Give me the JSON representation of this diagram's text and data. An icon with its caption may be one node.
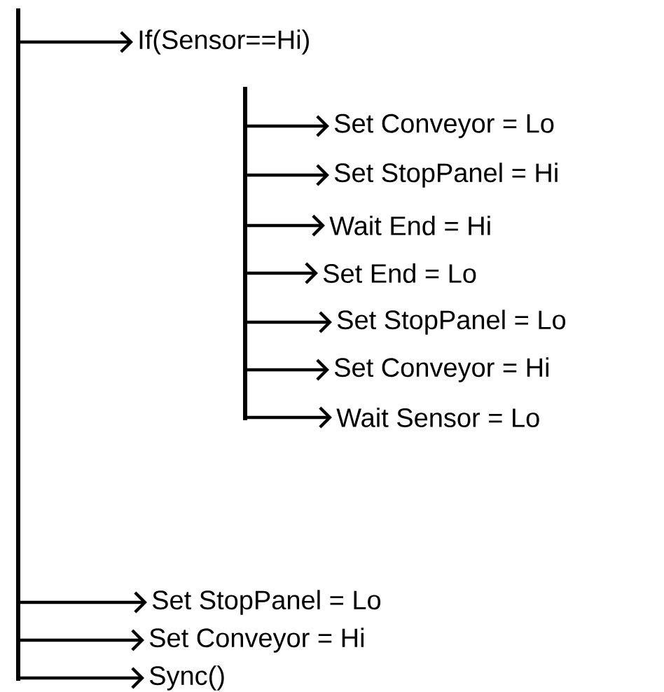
{
  "diagram": {
    "nodes": [
      {
        "text": [
          "If(Sensor==Hi)"
        ]
      },
      {
        "text": [
          "Set Conveyor = Lo"
        ]
      },
      {
        "text": [
          "Set StopPanel = Hi"
        ]
      },
      {
        "text": [
          "Wait End = Hi"
        ]
      },
      {
        "text": [
          "Set End = Lo"
        ]
      },
      {
        "text": [
          "Set StopPanel = Lo"
        ]
      },
      {
        "text": [
          "Set Conveyor = Hi"
        ]
      },
      {
        "text": [
          "Wait Sensor = Lo"
        ]
      },
      {
        "text": [
          "Set StopPanel = Lo"
        ]
      },
      {
        "text": [
          "Set Conveyor = Hi"
        ]
      },
      {
        "text": [
          "Sync()"
        ]
      }
    ],
    "edges": [
      {
        "from": null,
        "to": 0,
        "arrow": "to"
      },
      {
        "from": null,
        "to": 1,
        "arrow": "to"
      },
      {
        "from": null,
        "to": 2,
        "arrow": "to"
      },
      {
        "from": null,
        "to": 3,
        "arrow": "to"
      },
      {
        "from": null,
        "to": 4,
        "arrow": "to"
      },
      {
        "from": null,
        "to": 5,
        "arrow": "to"
      },
      {
        "from": null,
        "to": 6,
        "arrow": "to"
      },
      {
        "from": null,
        "to": 7,
        "arrow": "to"
      },
      {
        "from": null,
        "to": 8,
        "arrow": "to"
      },
      {
        "from": null,
        "to": 9,
        "arrow": "to"
      },
      {
        "from": null,
        "to": 10,
        "arrow": "to"
      }
    ]
  }
}
